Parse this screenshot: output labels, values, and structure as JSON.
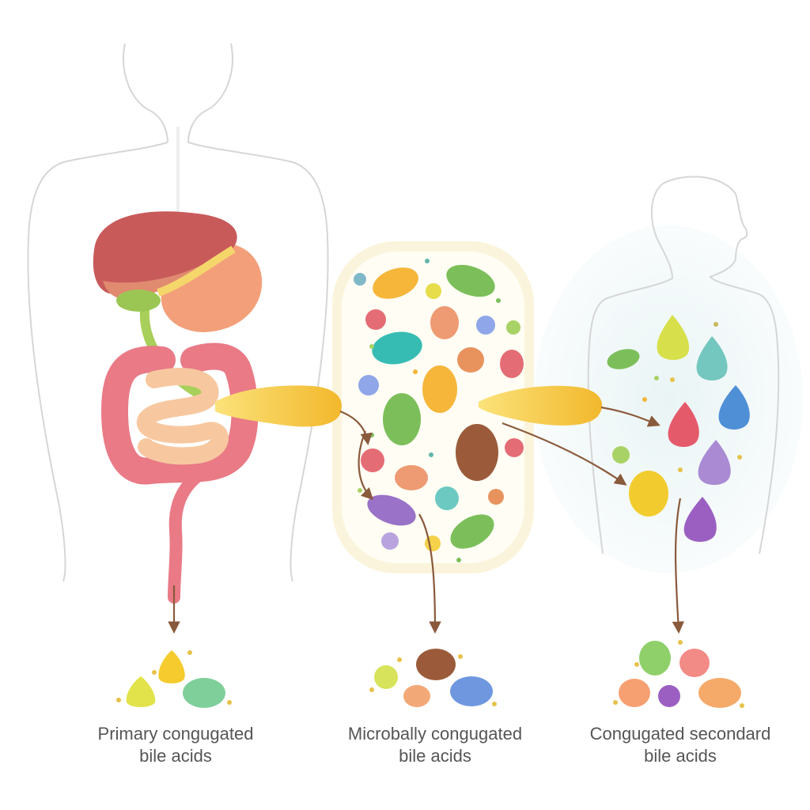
{
  "captions": {
    "primary": {
      "line1": "Primary congugated",
      "line2": "bile acids"
    },
    "microbial": {
      "line1": "Microbally congugated",
      "line2": "bile acids"
    },
    "secondary": {
      "line1": "Congugated secondard",
      "line2": "bile acids"
    }
  },
  "colors": {
    "outline": "#d6d6d6",
    "liver": "#c85a5a",
    "stomach": "#f3a07a",
    "intestine": "#e97a86",
    "bile_duct": "#a8cf5a",
    "bile_acid_yellow": "#f5c23b",
    "arrow": "#8a5a3c",
    "microbe_panel": "#fbf4dc",
    "halo": "#e7f3f4"
  }
}
